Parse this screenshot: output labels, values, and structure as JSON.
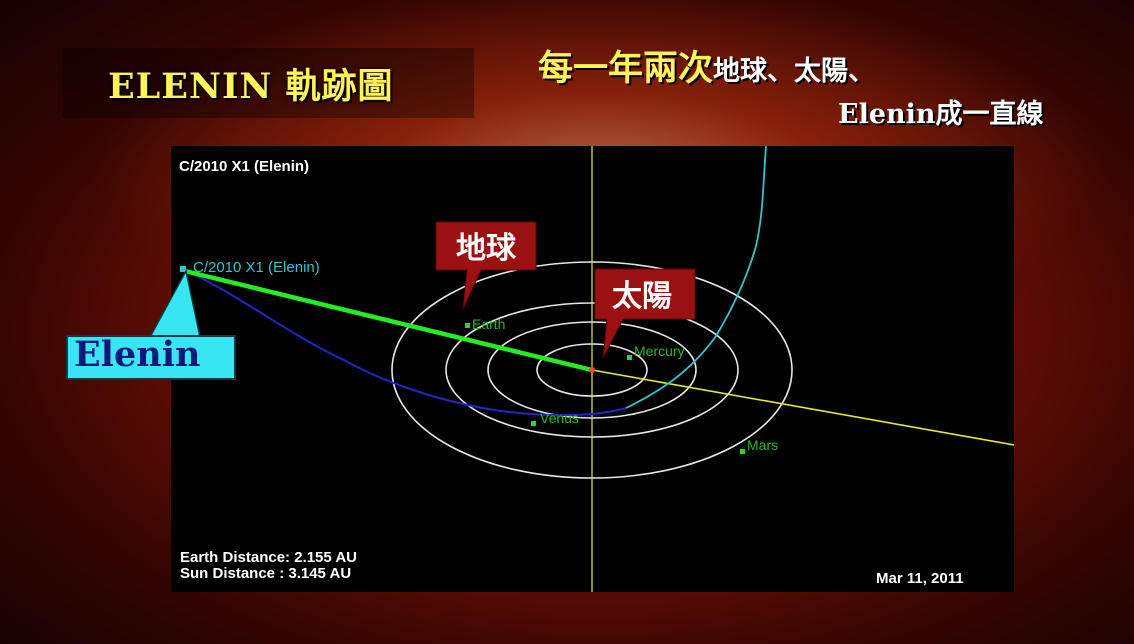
{
  "slide": {
    "title": "ELENIN 軌跡圖",
    "headline_part1": "每一年兩次",
    "headline_part2": "地球、太陽、",
    "headline_line2": "Elenin成一直線"
  },
  "orbit_view": {
    "title": "C/2010 X1 (Elenin)",
    "comet_label": "C/2010 X1 (Elenin)",
    "planets": [
      "Earth",
      "Mercury",
      "Venus",
      "Mars"
    ],
    "earth_distance": "Earth Distance: 2.155 AU",
    "sun_distance": "Sun Distance  : 3.145 AU",
    "date": "Mar 11, 2011"
  },
  "callouts": {
    "earth": "地球",
    "sun": "太陽",
    "comet": "Elenin"
  },
  "colors": {
    "title_yellow": "#fff25a",
    "comet_path_cyan": "#2ec6cf",
    "comet_path_blue": "#2424c8",
    "alignment_green": "#22ee22",
    "sun_axis_yellow": "#e8e82a",
    "callout_red": "#9b1010",
    "callout_cyan": "#37e6f2"
  }
}
